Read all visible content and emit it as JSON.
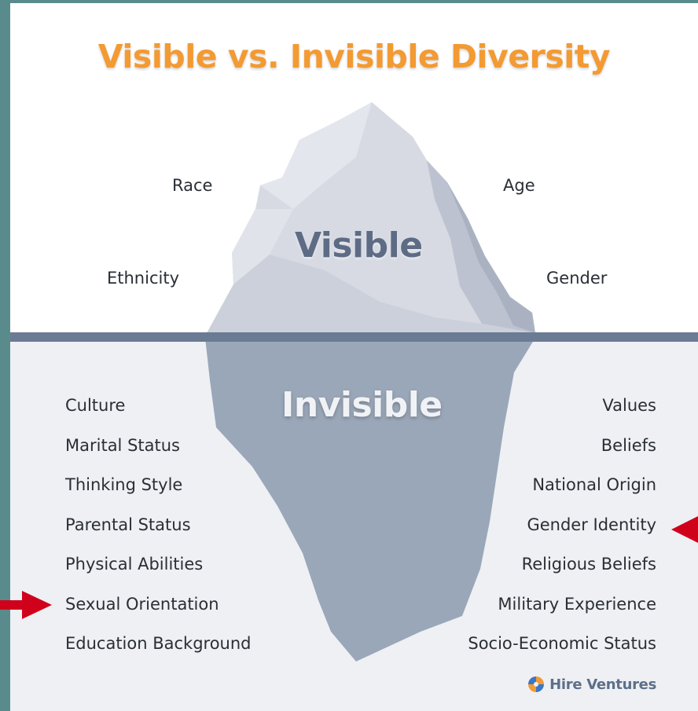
{
  "title": "Visible vs. Invisible Diversity",
  "visible_label": "Visible",
  "invisible_label": "Invisible",
  "visible_traits": {
    "left": [
      "Race",
      "Ethnicity"
    ],
    "right": [
      "Age",
      "Gender"
    ]
  },
  "invisible_traits": {
    "left": [
      "Culture",
      "Marital Status",
      "Thinking Style",
      "Parental Status",
      "Physical Abilities",
      "Sexual Orientation",
      "Education Background"
    ],
    "right": [
      "Values",
      "Beliefs",
      "National Origin",
      "Gender Identity",
      "Religious Beliefs",
      "Military Experience",
      "Socio-Economic Status"
    ]
  },
  "brand": "Hire Ventures",
  "colors": {
    "title": "#f39a33",
    "arrow": "#d0021b",
    "iceberg_top": "#d7dae3",
    "iceberg_bottom": "#9aa7b8",
    "waterline": "#6b7b94"
  },
  "icons": [
    "left-pointing-red-arrow-icon",
    "right-pointing-red-arrow-icon",
    "hire-ventures-logo-icon"
  ]
}
